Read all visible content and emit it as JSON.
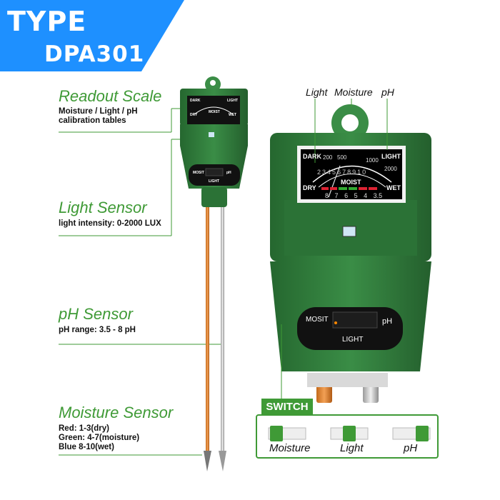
{
  "banner": {
    "type_label": "TYPE",
    "model": "DPA301",
    "color": "#1e90ff"
  },
  "callouts": {
    "readout": {
      "title": "Readout Scale",
      "desc": [
        "Moisture / Light / pH",
        "calibration tables"
      ]
    },
    "light": {
      "title": "Light Sensor",
      "desc": [
        "light intensity: 0-2000 LUX"
      ]
    },
    "ph": {
      "title": "pH Sensor",
      "desc": [
        "pH range: 3.5 - 8 pH"
      ]
    },
    "moisture": {
      "title": "Moisture Sensor",
      "desc": [
        "Red: 1-3(dry)",
        "Green: 4-7(moisture)",
        "Blue 8-10(wet)"
      ]
    }
  },
  "scale_labels": {
    "light": "Light",
    "moisture": "Moisture",
    "ph": "pH"
  },
  "meter": {
    "dark": "DARK",
    "light": "LIGHT",
    "dry": "DRY",
    "wet": "WET",
    "moist": "MOIST",
    "light_ticks": [
      "200",
      "500",
      "1000",
      "2000"
    ],
    "moist_ticks": [
      "2",
      "3",
      "4",
      "5",
      "6",
      "7",
      "8",
      "9",
      "10"
    ],
    "ph_ticks": [
      "8",
      "7",
      "6",
      "5",
      "4",
      "3.5"
    ],
    "switch_left": "MOSIT",
    "switch_right": "pH",
    "switch_bottom": "LIGHT"
  },
  "switch_panel": {
    "title": "SWITCH",
    "options": [
      "Moisture",
      "Light",
      "pH"
    ]
  },
  "colors": {
    "accent_green": "#3f9a36",
    "device_green": "#2e7d3a"
  }
}
